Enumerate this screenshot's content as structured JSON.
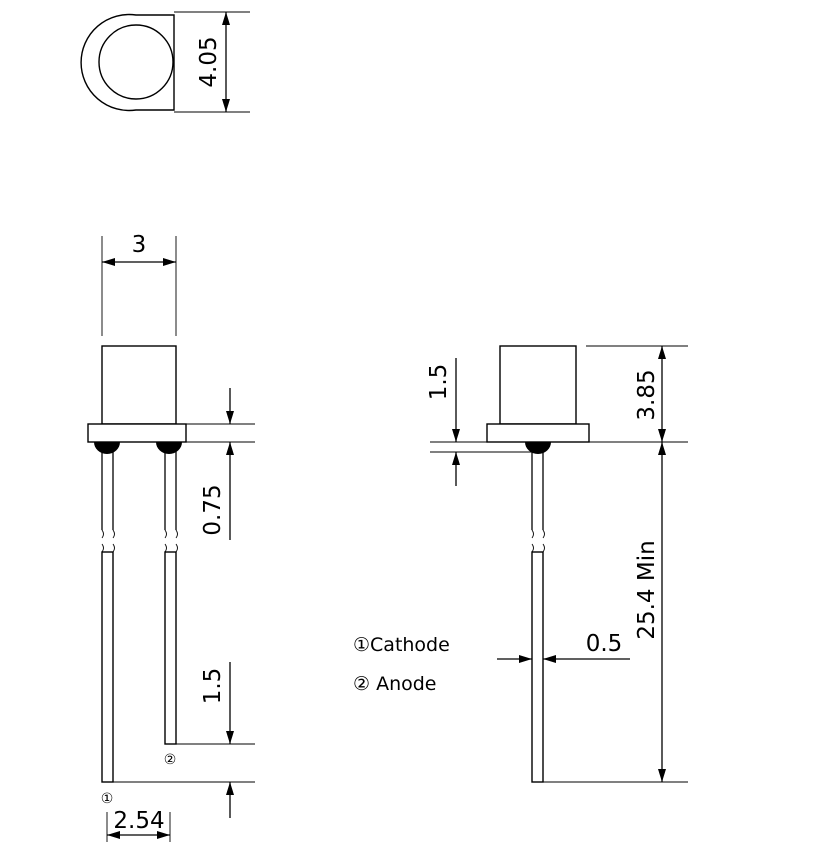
{
  "dimensions": {
    "top_diameter": "4.05",
    "body_width": "3",
    "flange_thickness": "0.75",
    "lead_offset_left": "1.5",
    "lead_spacing": "2.54",
    "flange_thickness_side": "1.5",
    "body_height": "3.85",
    "lead_length": "25.4 Min",
    "lead_diameter": "0.5"
  },
  "pins": {
    "pin1_marker": "①",
    "pin2_marker": "②"
  },
  "legend": {
    "cathode": "①Cathode",
    "anode": "② Anode"
  }
}
